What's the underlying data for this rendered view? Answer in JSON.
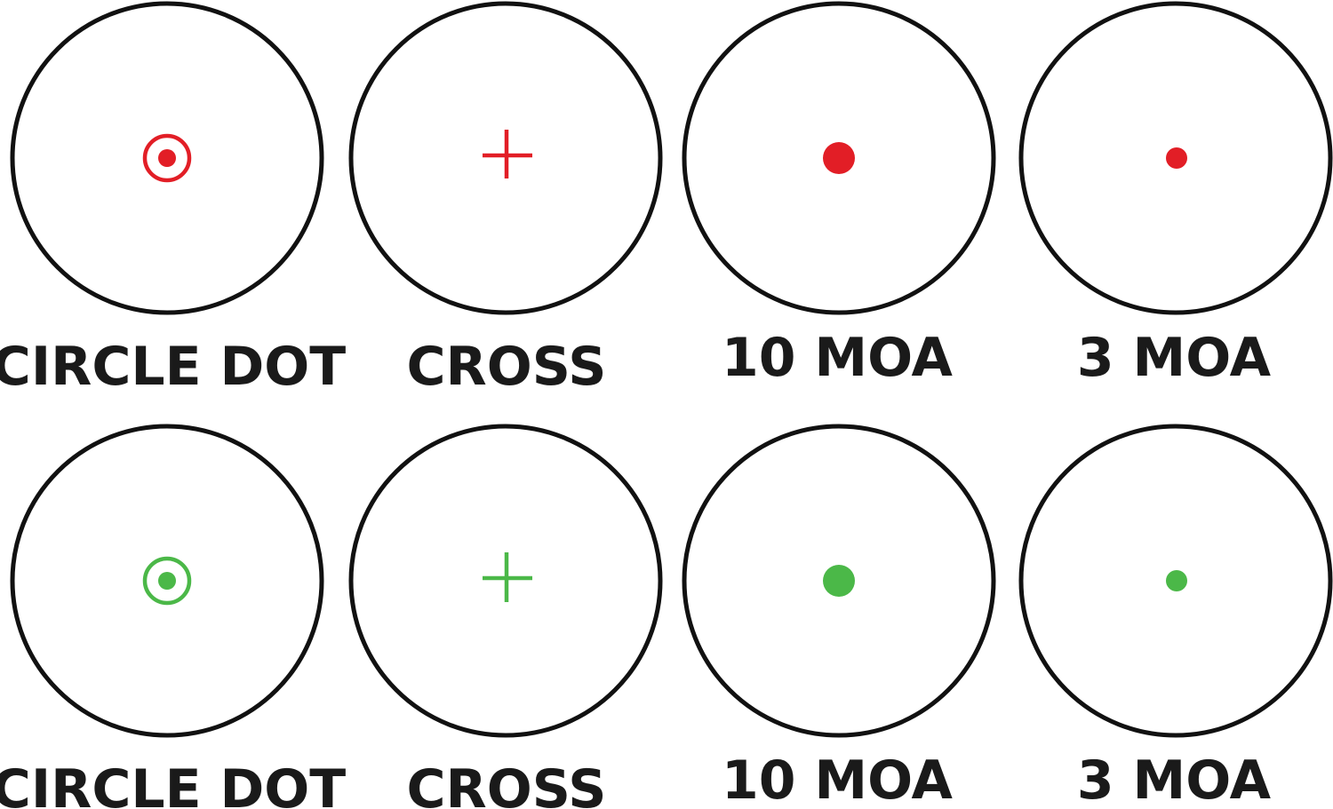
{
  "colors": {
    "red": "#e21e26",
    "green": "#4bb848",
    "outline": "#111111",
    "label": "#1a1a1a",
    "background": "#ffffff"
  },
  "rows": [
    {
      "color_name": "red",
      "reticles": [
        {
          "type": "circle-dot",
          "label": "CIRCLE DOT"
        },
        {
          "type": "cross",
          "label": "CROSS"
        },
        {
          "type": "dot-large",
          "label": "10 MOA"
        },
        {
          "type": "dot-small",
          "label": "3 MOA"
        }
      ]
    },
    {
      "color_name": "green",
      "reticles": [
        {
          "type": "circle-dot",
          "label": "CIRCLE DOT"
        },
        {
          "type": "cross",
          "label": "CROSS"
        },
        {
          "type": "dot-large",
          "label": "10 MOA"
        },
        {
          "type": "dot-small",
          "label": "3 MOA"
        }
      ]
    }
  ]
}
